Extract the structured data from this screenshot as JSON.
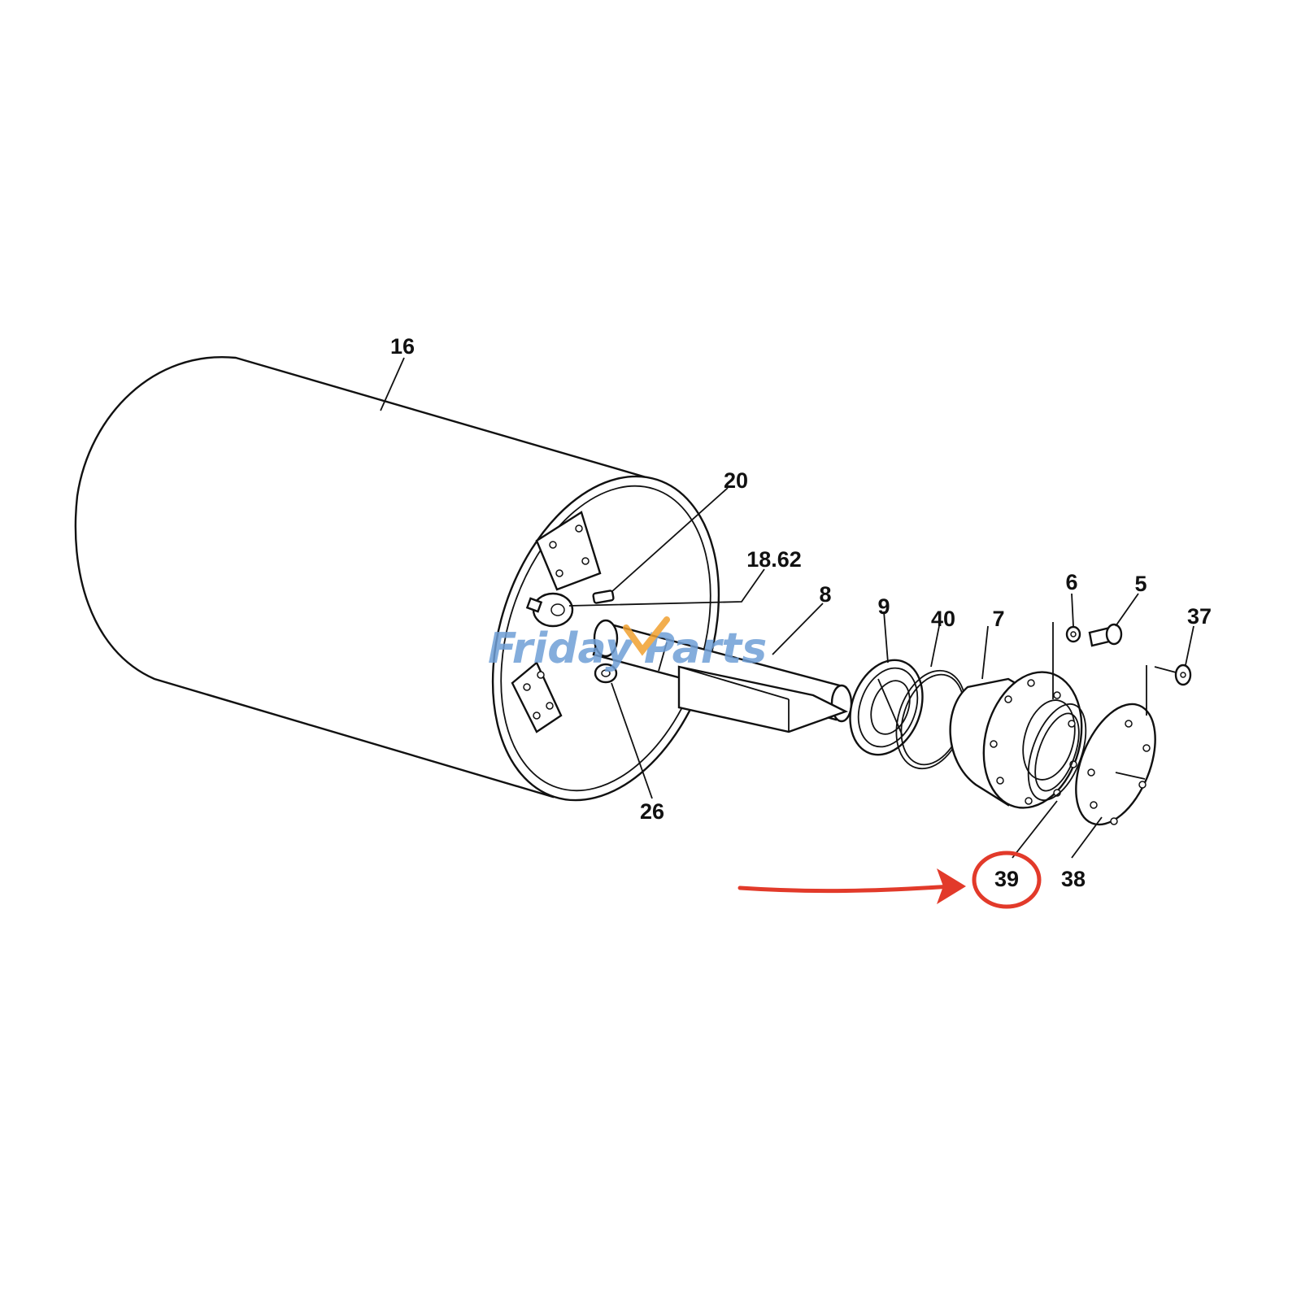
{
  "diagram": {
    "labels": {
      "l16": "16",
      "l20": "20",
      "l18_62": "18.62",
      "l8": "8",
      "l9": "9",
      "l40": "40",
      "l7": "7",
      "l6": "6",
      "l5": "5",
      "l37": "37",
      "l26": "26",
      "l39": "39",
      "l38": "38"
    },
    "highlighted_part": "39"
  },
  "watermark": {
    "part1": "Friday",
    "part2": "Parts",
    "color_main": "#6f9fd6",
    "color_accent": "#f0a030"
  },
  "colors": {
    "line": "#111111",
    "highlight": "#e23a2a"
  }
}
